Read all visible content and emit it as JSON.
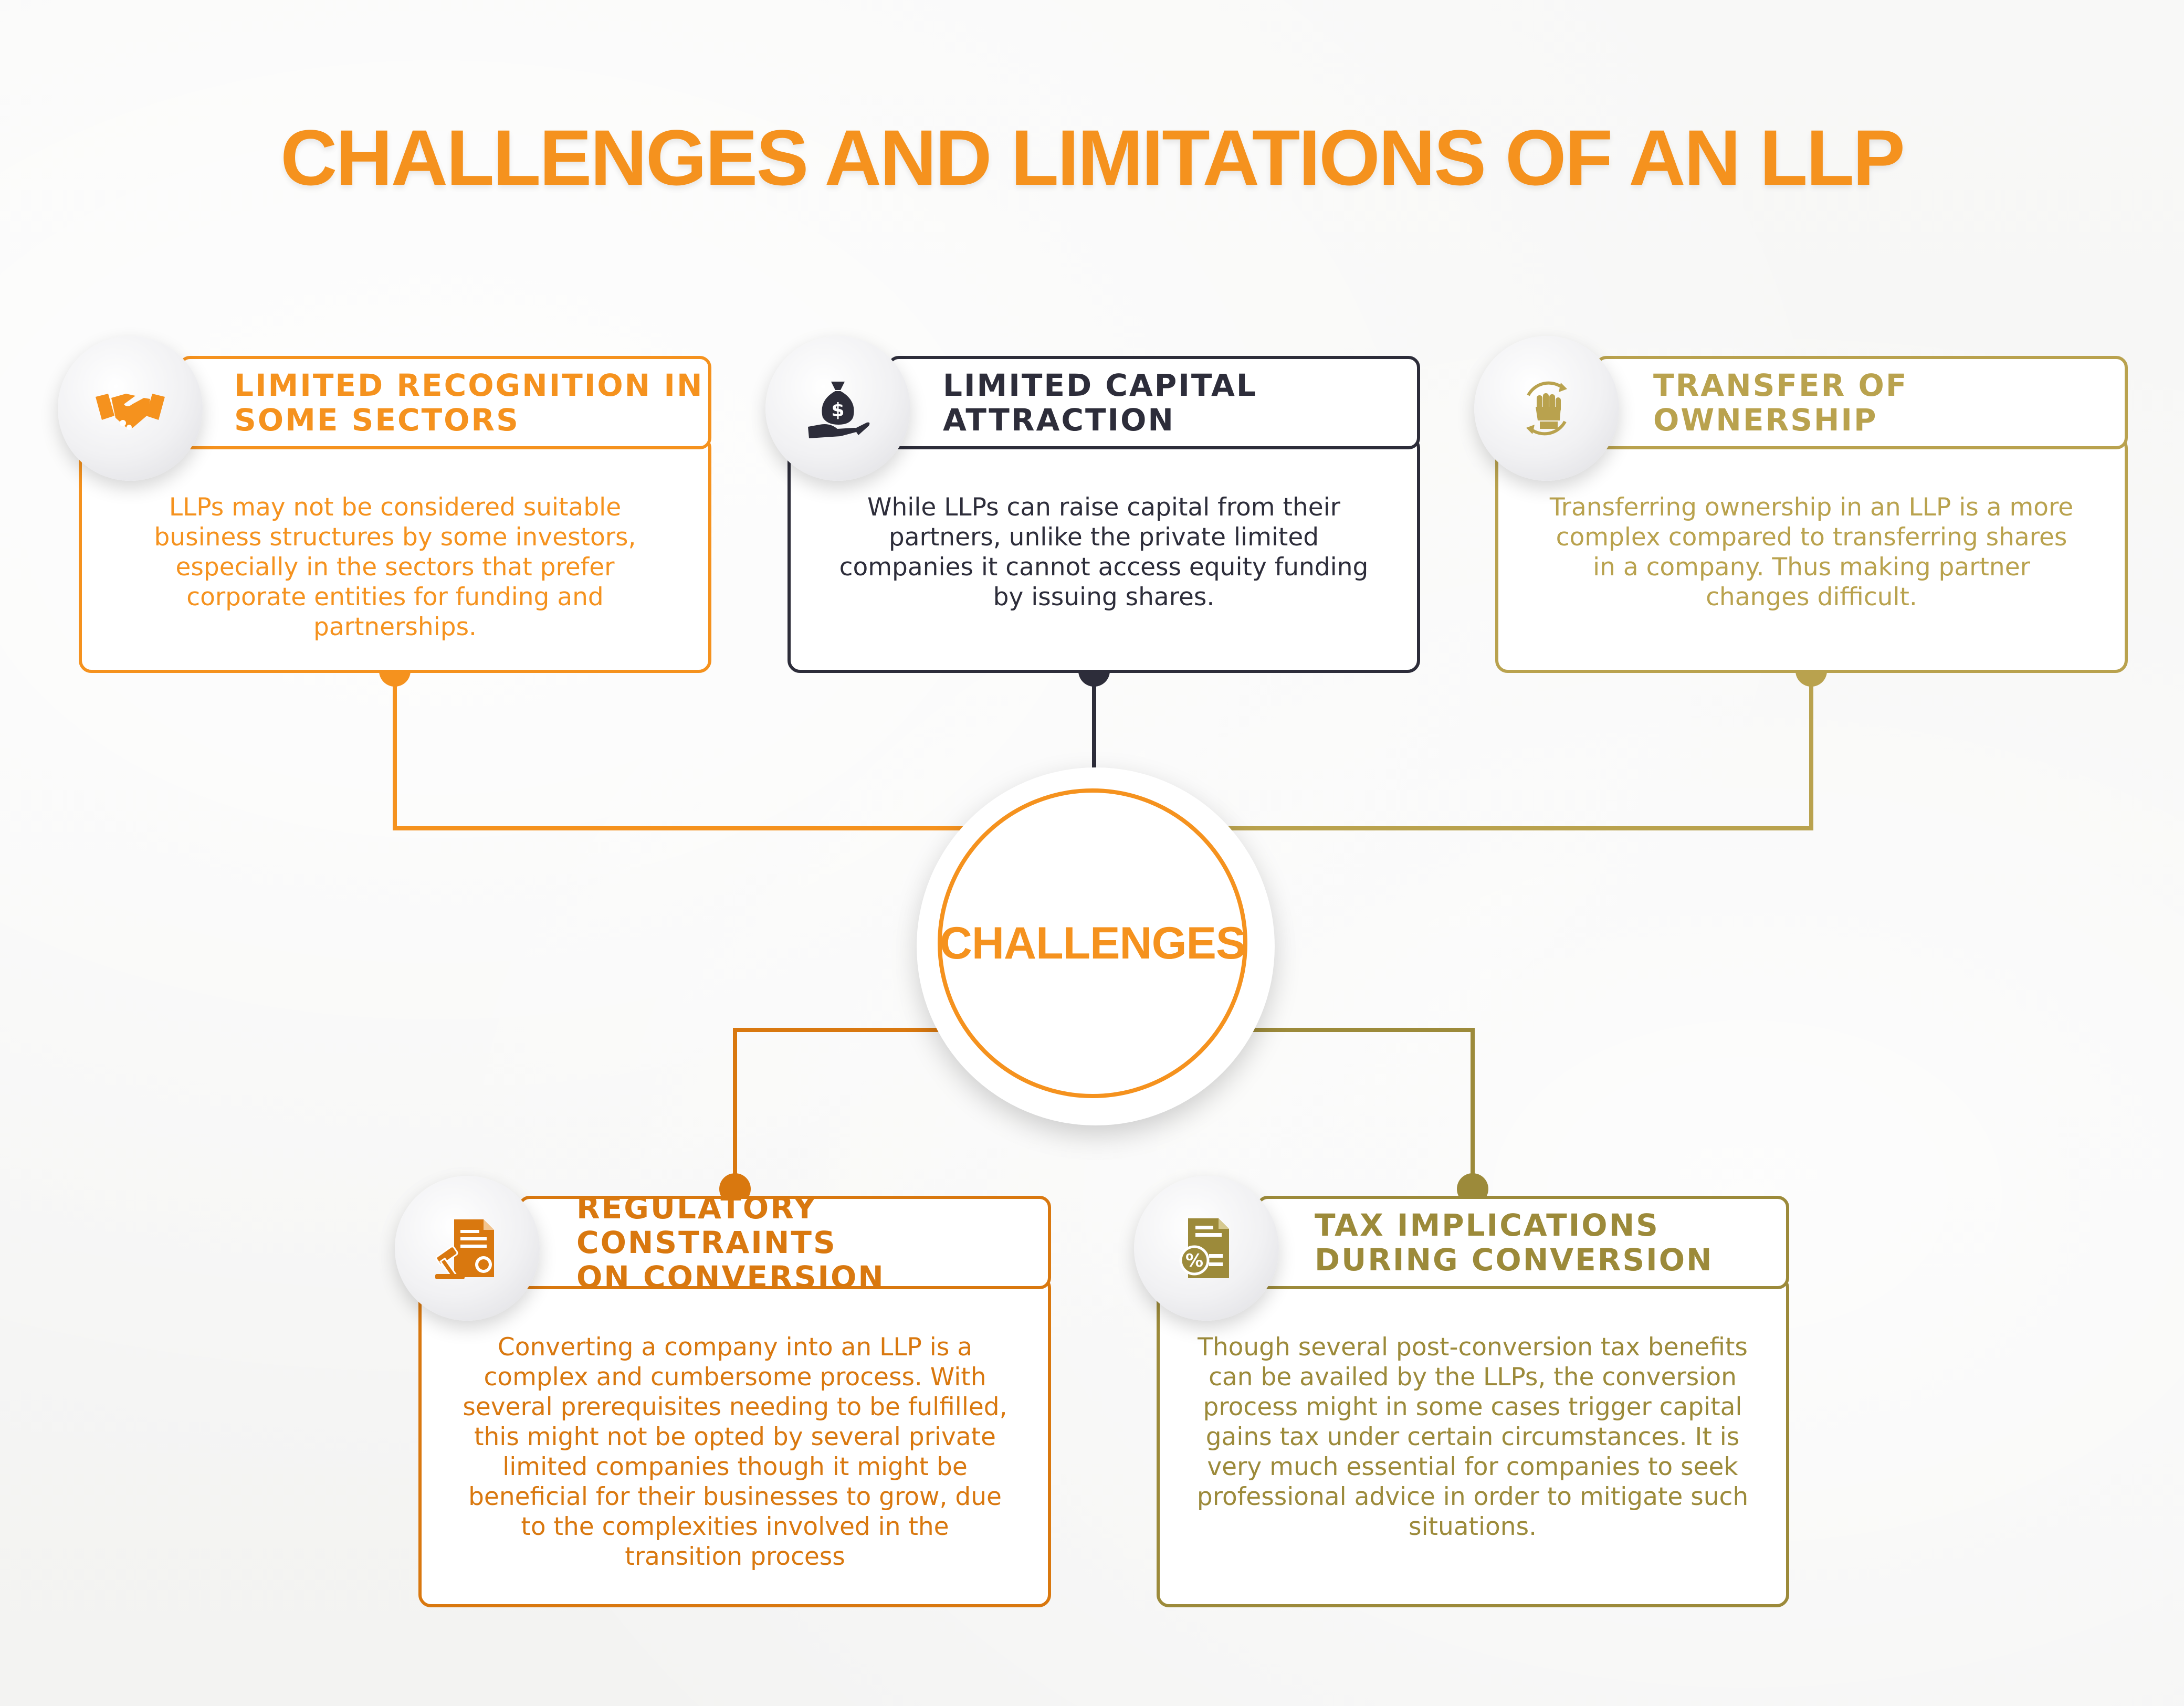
{
  "title": "CHALLENGES AND LIMITATIONS OF AN LLP",
  "center_label": "CHALLENGES",
  "colors": {
    "orange": "#f5921e",
    "dark": "#2d2d3a",
    "gold": "#b9a24e",
    "burnt_orange": "#d9780f",
    "olive": "#9c8a3a"
  },
  "cards": [
    {
      "heading": "LIMITED RECOGNITION IN\nSOME SECTORS",
      "body": "LLPs may not be considered suitable business structures by some investors, especially in the sectors that prefer corporate entities for funding and partnerships.",
      "icon": "handshake-icon"
    },
    {
      "heading": "LIMITED CAPITAL\nATTRACTION",
      "body": "While LLPs can raise capital from their partners, unlike the private limited companies it cannot access equity funding by issuing shares.",
      "icon": "money-bag-hand-icon"
    },
    {
      "heading": "TRANSFER OF OWNERSHIP",
      "body": "Transferring ownership in an LLP is a more complex compared to transferring shares in a company. Thus making partner changes difficult.",
      "icon": "fist-transfer-icon"
    },
    {
      "heading": "REGULATORY CONSTRAINTS\nON CONVERSION",
      "body": "Converting a company into an LLP is a complex and cumbersome process. With several prerequisites needing to be fulfilled, this might not be opted by several private limited companies though it might be beneficial for their businesses to grow, due to the complexities involved in the transition process",
      "icon": "legal-document-gavel-icon"
    },
    {
      "heading": "TAX IMPLICATIONS\nDURING CONVERSION",
      "body": "Though several post-conversion tax benefits can be availed by the LLPs, the conversion process might in some cases trigger capital gains tax under certain circumstances. It is very much essential for companies to seek professional advice in order to mitigate such situations.",
      "icon": "tax-document-icon"
    }
  ]
}
